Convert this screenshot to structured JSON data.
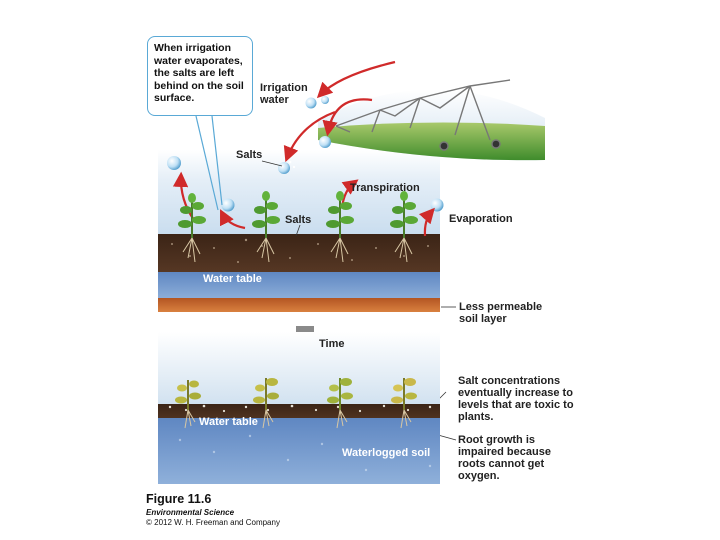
{
  "callout": {
    "text": "When irrigation water evaporates, the salts are left behind on the soil surface."
  },
  "labels": {
    "irrigation_water": "Irrigation water",
    "salts_top": "Salts",
    "salts_soil": "Salts",
    "transpiration": "Transpiration",
    "evaporation": "Evaporation",
    "water_table_1": "Water table",
    "less_permeable": "Less permeable soil layer",
    "time": "Time",
    "salt_toxic": "Salt concentrations eventually increase to levels that are toxic to plants.",
    "water_table_2": "Water table",
    "waterlogged": "Waterlogged soil",
    "root_growth": "Root growth is impaired because roots cannot get oxygen."
  },
  "figure": {
    "title": "Figure 11.6",
    "source": "Environmental Science",
    "copyright": "© 2012 W. H. Freeman and Company"
  },
  "colors": {
    "sky_top": "#dbe9f5",
    "soil": "#4a2f1f",
    "water": "#7b9fd0",
    "clay": "#c96a2c",
    "arrow_red": "#d02a2a",
    "callout_border": "#5aa9d6",
    "time_arrow": "#8a8a8a"
  }
}
